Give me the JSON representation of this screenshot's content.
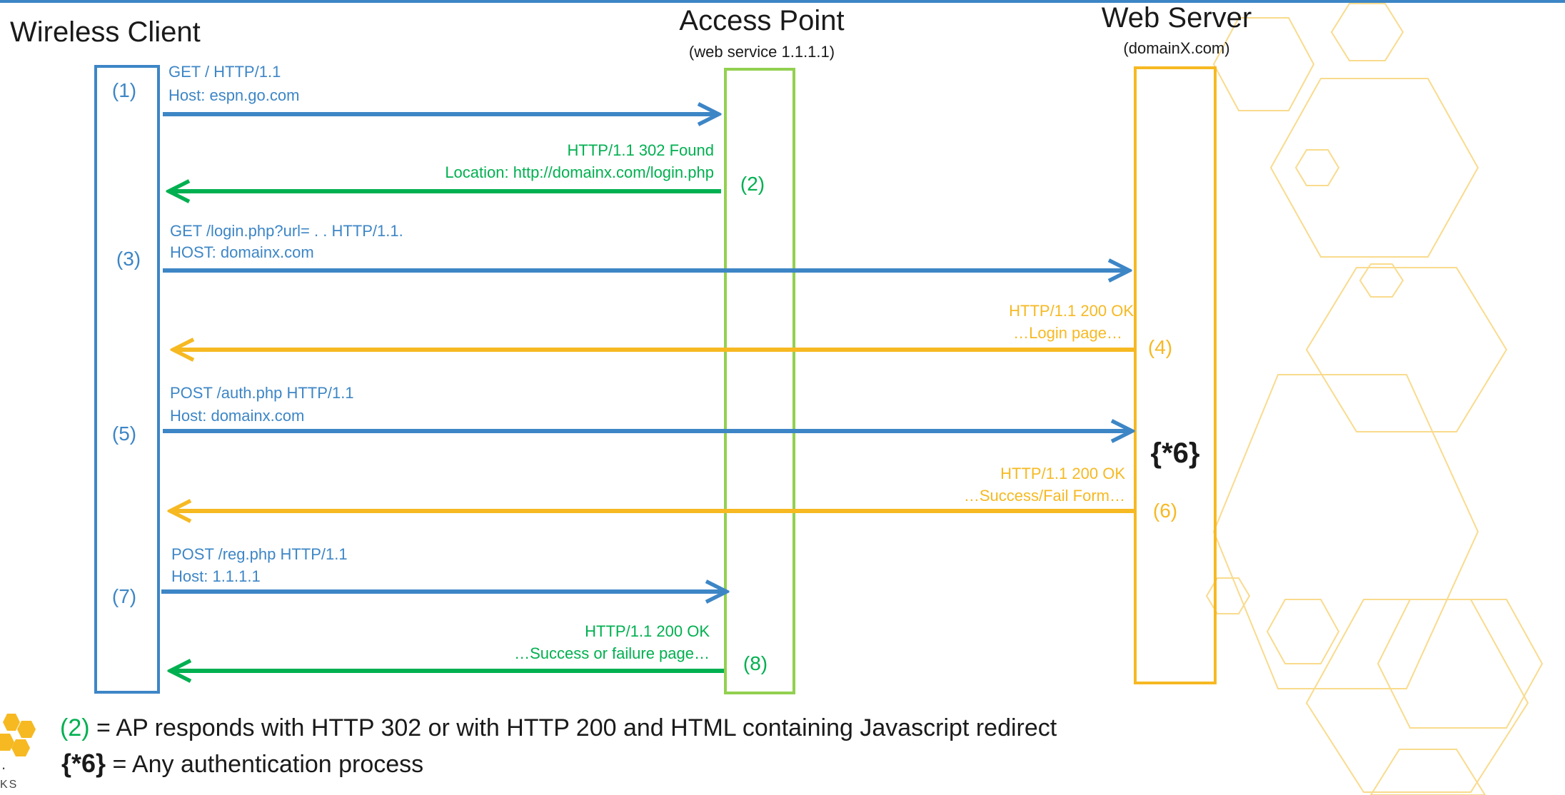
{
  "colors": {
    "client": "#3d86c6",
    "ap": "#00b050",
    "ap_box": "#92d050",
    "server": "#f6b922",
    "text": "#1a1a1a",
    "hexagon": "#f9d57a"
  },
  "lanes": {
    "client": {
      "title": "Wireless Client"
    },
    "ap": {
      "title": "Access Point",
      "subtitle": "(web service 1.1.1.1)"
    },
    "server": {
      "title": "Web Server",
      "subtitle": "(domainX.com)"
    }
  },
  "steps": {
    "s1": "(1)",
    "s2": "(2)",
    "s3": "(3)",
    "s4": "(4)",
    "s5": "(5)",
    "s6": "(6)",
    "s7": "(7)",
    "s8": "(8)",
    "ref6": "{*6}"
  },
  "messages": {
    "m1": {
      "line1": "GET / HTTP/1.1",
      "line2": "Host:  espn.go.com"
    },
    "m2": {
      "line1": "HTTP/1.1  302  Found",
      "line2": "Location:  http://domainx.com/login.php"
    },
    "m3": {
      "line1": "GET /login.php?url=  . . HTTP/1.1.",
      "line2": "HOST:   domainx.com"
    },
    "m4": {
      "line1": "HTTP/1.1  200  OK",
      "line2": "…Login  page…"
    },
    "m5": {
      "line1": "POST /auth.php  HTTP/1.1",
      "line2": "Host:  domainx.com"
    },
    "m6": {
      "line1": "HTTP/1.1  200  OK",
      "line2": "…Success/Fail  Form…"
    },
    "m7": {
      "line1": "POST /reg.php  HTTP/1.1",
      "line2": "Host:  1.1.1.1"
    },
    "m8": {
      "line1": "HTTP/1.1  200  OK",
      "line2": "…Success  or  failure  page…"
    }
  },
  "legend": {
    "item1_key": "(2)",
    "item1_text": " = AP responds with HTTP 302 or with HTTP 200 and HTML containing Javascript redirect",
    "item2_key": "{*6}",
    "item2_text": " = Any authentication process"
  },
  "logo": {
    "fragment1": ".",
    "fragment2": "KS"
  }
}
